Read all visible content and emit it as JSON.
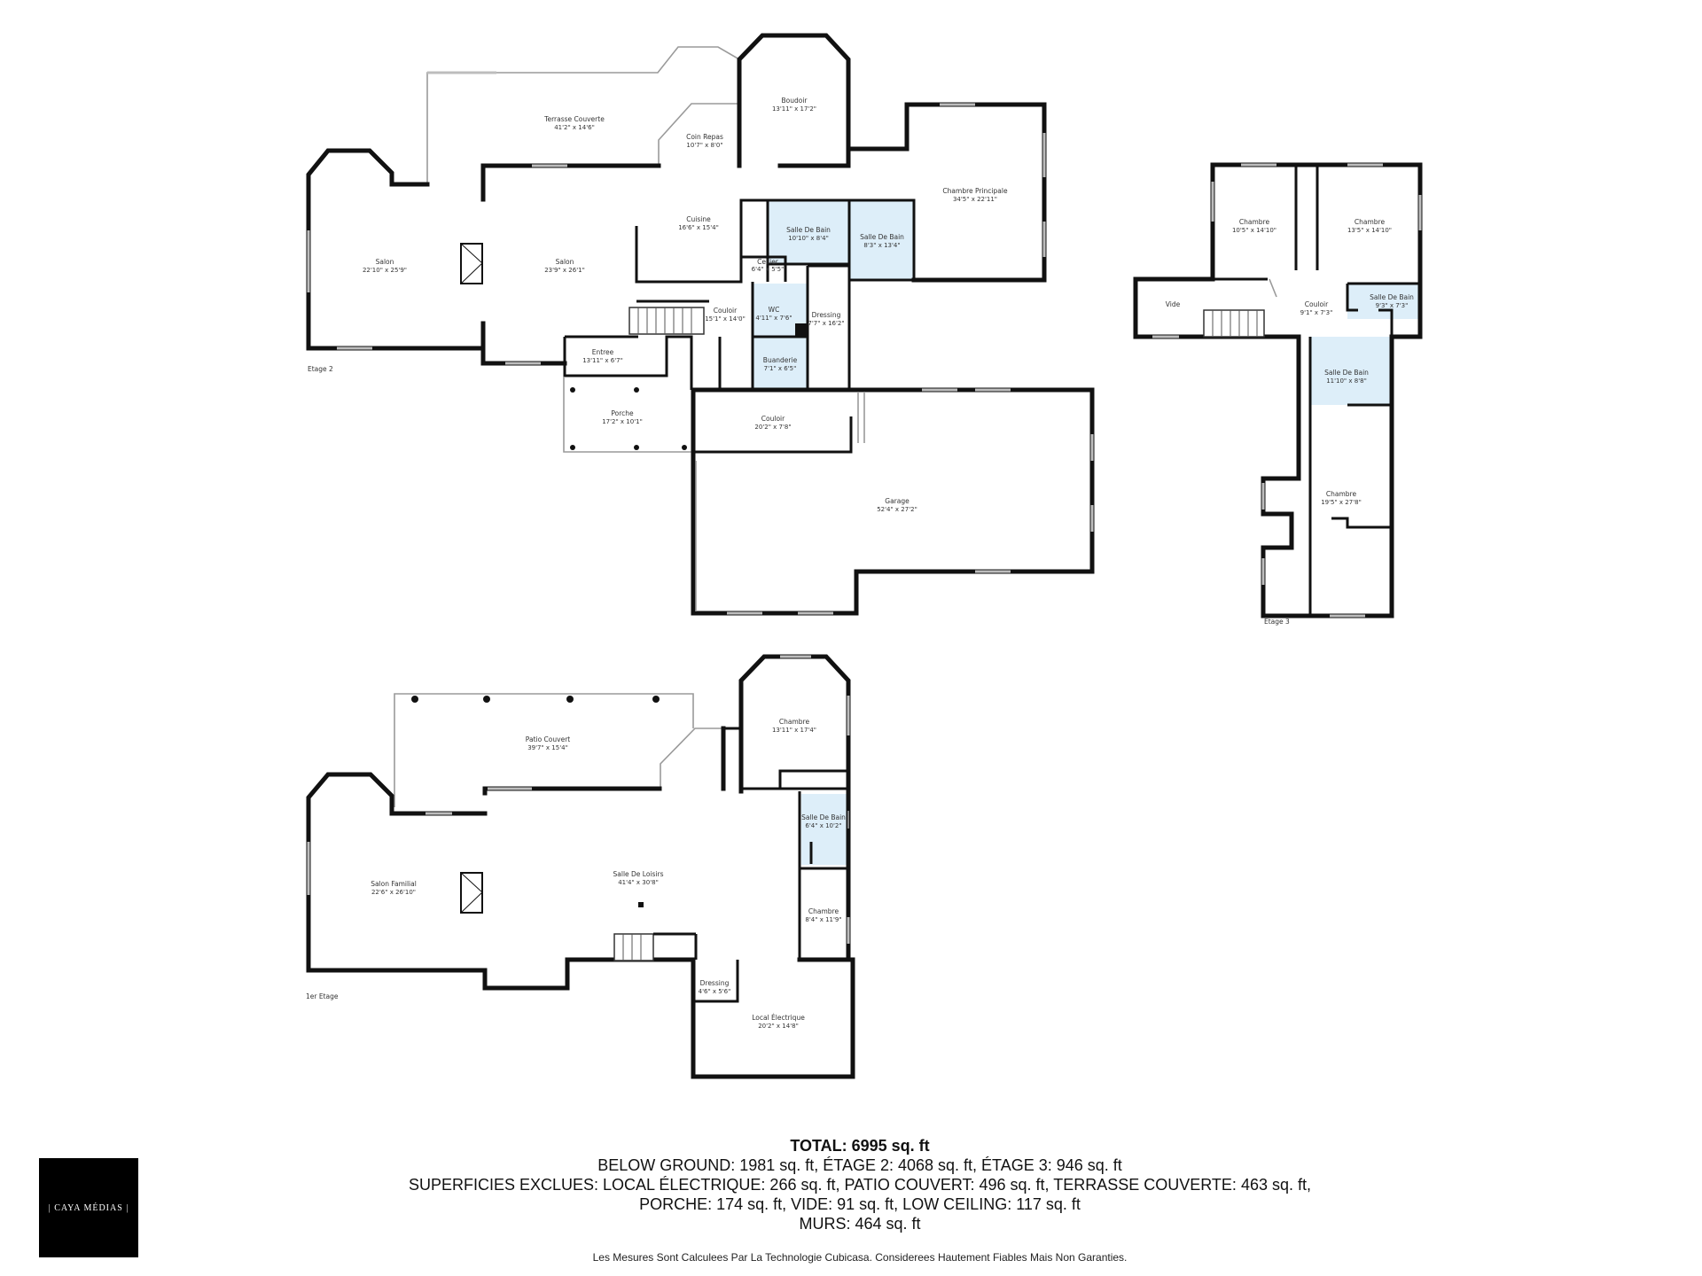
{
  "floors": {
    "etage2": {
      "label": "Etage 2",
      "rooms": {
        "terrasse": {
          "name": "Terrasse Couverte",
          "dim": "41'2\" x 14'6\""
        },
        "boudoir": {
          "name": "Boudoir",
          "dim": "13'11\" x 17'2\""
        },
        "coin_repas": {
          "name": "Coin Repas",
          "dim": "10'7\" x 8'0\""
        },
        "chambre_principale": {
          "name": "Chambre Principale",
          "dim": "34'5\" x 22'11\""
        },
        "salon_left": {
          "name": "Salon",
          "dim": "22'10\" x 25'9\""
        },
        "salon_main": {
          "name": "Salon",
          "dim": "23'9\" x 26'1\""
        },
        "cuisine": {
          "name": "Cuisine",
          "dim": "16'6\" x 15'4\""
        },
        "sdb1": {
          "name": "Salle De Bain",
          "dim": "10'10\" x 8'4\""
        },
        "sdb2": {
          "name": "Salle De Bain",
          "dim": "8'3\" x 13'4\""
        },
        "cellier": {
          "name": "Cellier",
          "dim": "6'4\" x 5'5\""
        },
        "wc": {
          "name": "WC",
          "dim": "4'11\" x 7'6\""
        },
        "couloir": {
          "name": "Couloir",
          "dim": "15'1\" x 14'0\""
        },
        "dressing": {
          "name": "Dressing",
          "dim": "7'7\" x 16'2\""
        },
        "entree": {
          "name": "Entree",
          "dim": "13'11\" x 6'7\""
        },
        "buanderie": {
          "name": "Buanderie",
          "dim": "7'1\" x 6'5\""
        },
        "porche": {
          "name": "Porche",
          "dim": "17'2\" x 10'1\""
        },
        "couloir2": {
          "name": "Couloir",
          "dim": "20'2\" x 7'8\""
        },
        "garage": {
          "name": "Garage",
          "dim": "52'4\" x 27'2\""
        }
      }
    },
    "etage3": {
      "label": "Etage 3",
      "rooms": {
        "chambre_a": {
          "name": "Chambre",
          "dim": "10'5\" x 14'10\""
        },
        "chambre_b": {
          "name": "Chambre",
          "dim": "13'5\" x 14'10\""
        },
        "vide": {
          "name": "Vide",
          "dim": ""
        },
        "couloir": {
          "name": "Couloir",
          "dim": "9'1\" x 7'3\""
        },
        "sdb_small": {
          "name": "Salle De Bain",
          "dim": "9'3\" x 7'3\""
        },
        "sdb": {
          "name": "Salle De Bain",
          "dim": "11'10\" x 8'8\""
        },
        "chambre_c": {
          "name": "Chambre",
          "dim": "19'5\" x 27'8\""
        }
      }
    },
    "etage1": {
      "label": "1er Etage",
      "rooms": {
        "patio": {
          "name": "Patio Couvert",
          "dim": "39'7\" x 15'4\""
        },
        "chambre_top": {
          "name": "Chambre",
          "dim": "13'11\" x 17'4\""
        },
        "sdb": {
          "name": "Salle De Bain",
          "dim": "6'4\" x 10'2\""
        },
        "salon_familial": {
          "name": "Salon Familial",
          "dim": "22'6\" x 26'10\""
        },
        "salle_loisirs": {
          "name": "Salle De Loisirs",
          "dim": "41'4\" x 30'8\""
        },
        "chambre_small": {
          "name": "Chambre",
          "dim": "8'4\" x 11'9\""
        },
        "dressing": {
          "name": "Dressing",
          "dim": "4'6\" x 5'6\""
        },
        "local": {
          "name": "Local Électrique",
          "dim": "20'2\" x 14'8\""
        }
      }
    }
  },
  "summary": {
    "total": "TOTAL: 6995 sq. ft",
    "line1": "BELOW GROUND: 1981 sq. ft, ÉTAGE 2: 4068 sq. ft, ÉTAGE 3: 946 sq. ft",
    "line2": "SUPERFICIES EXCLUES: LOCAL ÉLECTRIQUE: 266 sq. ft, PATIO COUVERT: 496 sq. ft, TERRASSE COUVERTE: 463 sq. ft,",
    "line3": "PORCHE: 174 sq. ft, VIDE: 91 sq. ft, LOW CEILING: 117 sq. ft",
    "line4": "MURS: 464 sq. ft"
  },
  "disclaimer": "Les Mesures Sont Calculees Par La Technologie Cubicasa. Considerees Hautement Fiables Mais Non Garanties.",
  "logo": "| CAYA MÉDIAS |"
}
